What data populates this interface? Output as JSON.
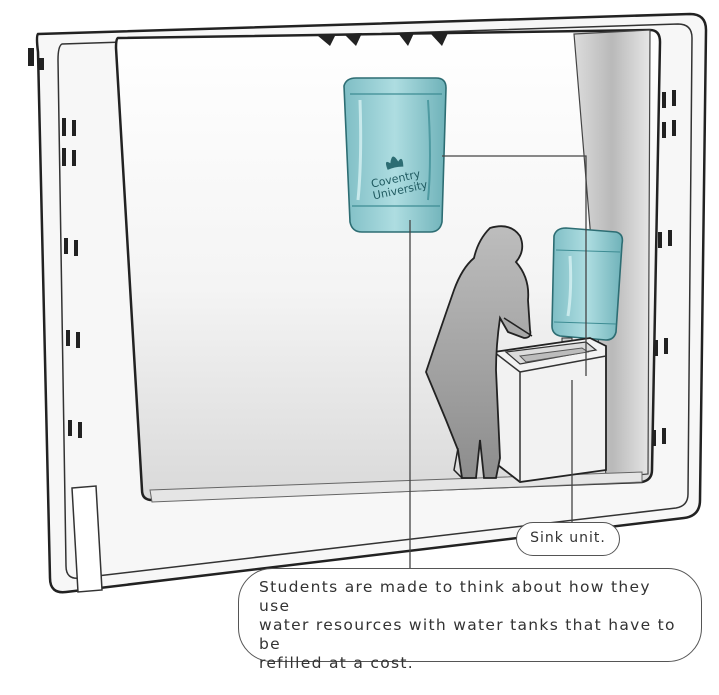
{
  "tank_logo": {
    "line1": "Coventry",
    "line2": "University"
  },
  "callouts": {
    "sink": "Sink unit.",
    "students": [
      "Students are made to think about how they use",
      "water resources with water tanks that have to be",
      "refilled at a cost."
    ]
  },
  "colors": {
    "outline": "#222222",
    "water": "#8ec9cf",
    "water_dark": "#4f9ca3",
    "panel_shade": "#c8c8c8",
    "leader_line": "#444444"
  }
}
